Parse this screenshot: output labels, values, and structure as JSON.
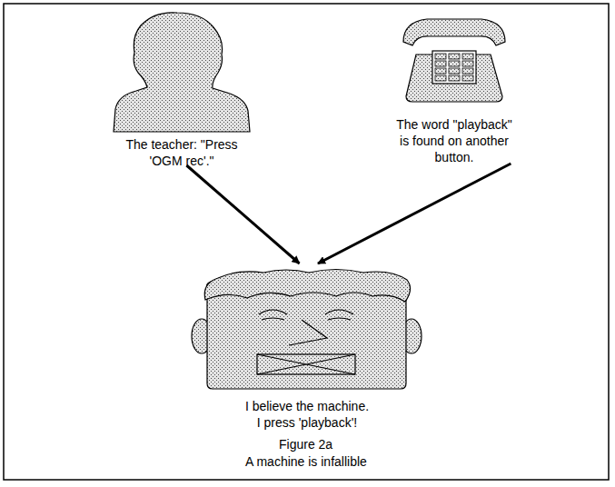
{
  "diagram": {
    "nodes": [
      {
        "text": [
          "The teacher: \"Press 'OGM rec'.\""
        ]
      },
      {
        "text": [
          "The word \"playback\" is found on another button."
        ]
      },
      {
        "text": [
          "I believe the machine. I press 'playback'!"
        ]
      }
    ],
    "edges": [
      {
        "from": 0,
        "to": 2,
        "arrow": "to"
      },
      {
        "from": 1,
        "to": 2,
        "arrow": "to"
      }
    ],
    "labels": [
      "Figure 2a",
      "A machine is infallible"
    ]
  }
}
